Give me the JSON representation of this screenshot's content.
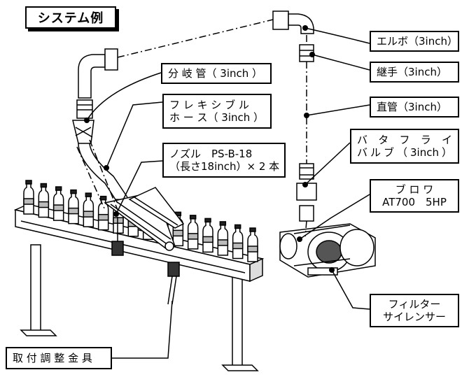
{
  "title": "システム例",
  "labels": {
    "elbow": "エルボ（3inch）",
    "joint": "継手（3inch）",
    "straight_pipe": "直管（3inch）",
    "butterfly_line1": "バタフライ",
    "butterfly_line2": "バルブ（3inch）",
    "blower_line1": "ブ ロ ワ",
    "blower_line2": "AT700　5HP",
    "filter_line1": "フィルター",
    "filter_line2": "サイレンサー",
    "branch_pipe": "分 岐 管（ 3inch ）",
    "flex_line1": "フ レ キ シ ブ ル",
    "flex_line2": "ホ ー ス（ 3inch ）",
    "nozzle_line1": "ノズル　PS-B-18",
    "nozzle_line2": "（長さ18inch）× 2 本",
    "mount": "取 付 調 整 金 具"
  }
}
